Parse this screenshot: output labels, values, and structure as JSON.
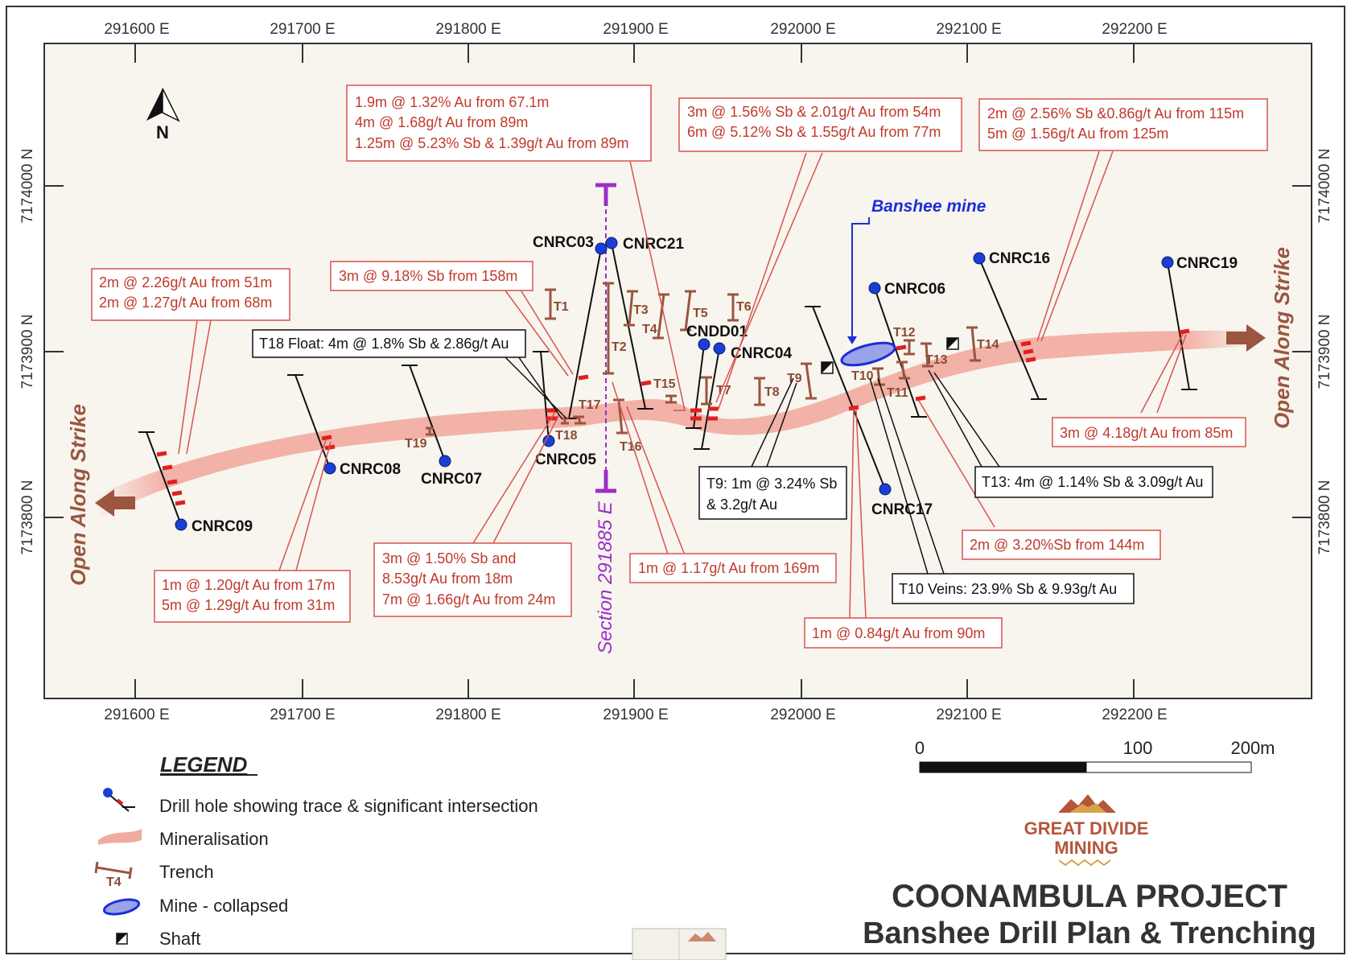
{
  "easting_labels": [
    "291600 E",
    "291700 E",
    "291800 E",
    "291900 E",
    "292000 E",
    "292100 E",
    "292200 E"
  ],
  "northing_labels": [
    "7174000 N",
    "7173900 N",
    "7173800 N"
  ],
  "north_label": "N",
  "section_label": "Section 291885 E",
  "open_strike_label": "Open Along Strike",
  "mine_label": "Banshee mine",
  "holes": [
    {
      "id": "CNRC03",
      "label": "CNRC03"
    },
    {
      "id": "CNRC21",
      "label": "CNRC21"
    },
    {
      "id": "CNRC16",
      "label": "CNRC16"
    },
    {
      "id": "CNRC19",
      "label": "CNRC19"
    },
    {
      "id": "CNRC06",
      "label": "CNRC06"
    },
    {
      "id": "CNDD01",
      "label": "CNDD01"
    },
    {
      "id": "CNRC04",
      "label": "CNRC04"
    },
    {
      "id": "CNRC05",
      "label": "CNRC05"
    },
    {
      "id": "CNRC07",
      "label": "CNRC07"
    },
    {
      "id": "CNRC08",
      "label": "CNRC08"
    },
    {
      "id": "CNRC09",
      "label": "CNRC09"
    },
    {
      "id": "CNRC17",
      "label": "CNRC17"
    }
  ],
  "trenches": [
    "T1",
    "T2",
    "T3",
    "T4",
    "T5",
    "T6",
    "T7",
    "T8",
    "T9",
    "T10",
    "T11",
    "T12",
    "T13",
    "T14",
    "T15",
    "T16",
    "T17",
    "T18",
    "T19"
  ],
  "callouts": [
    {
      "id": "c1",
      "lines": [
        "1.9m @ 1.32% Au from 67.1m",
        "4m @ 1.68g/t Au from 89m",
        "1.25m @ 5.23% Sb & 1.39g/t Au from 89m"
      ]
    },
    {
      "id": "c2",
      "lines": [
        "3m @ 1.56% Sb & 2.01g/t Au from 54m",
        "6m @ 5.12% Sb & 1.55g/t Au from 77m"
      ]
    },
    {
      "id": "c3",
      "lines": [
        "2m @ 2.56% Sb &0.86g/t Au from 115m",
        "5m @ 1.56g/t Au from 125m"
      ]
    },
    {
      "id": "c4",
      "lines": [
        "2m @ 2.26g/t Au from 51m",
        "2m @ 1.27g/t Au from 68m"
      ]
    },
    {
      "id": "c5",
      "lines": [
        "3m @ 9.18% Sb from 158m"
      ]
    },
    {
      "id": "c6",
      "lines": [
        "T18 Float: 4m @ 1.8% Sb & 2.86g/t Au"
      ]
    },
    {
      "id": "c7",
      "lines": [
        "3m @ 4.18g/t Au from 85m"
      ]
    },
    {
      "id": "c8",
      "lines": [
        "T13: 4m @ 1.14% Sb & 3.09g/t Au"
      ]
    },
    {
      "id": "c9",
      "lines": [
        "T9: 1m @ 3.24% Sb",
        "& 3.2g/t Au"
      ]
    },
    {
      "id": "c10",
      "lines": [
        "2m @ 3.20%Sb from 144m"
      ]
    },
    {
      "id": "c11",
      "lines": [
        "3m @ 1.50% Sb and",
        "8.53g/t Au from 18m",
        "7m @ 1.66g/t Au from 24m"
      ]
    },
    {
      "id": "c12",
      "lines": [
        "1m @ 1.17g/t Au from 169m"
      ]
    },
    {
      "id": "c13",
      "lines": [
        "T10 Veins: 23.9% Sb & 9.93g/t Au"
      ]
    },
    {
      "id": "c14",
      "lines": [
        "1m @ 1.20g/t Au from 17m",
        "5m @ 1.29g/t Au from 31m"
      ]
    },
    {
      "id": "c15",
      "lines": [
        "1m @ 0.84g/t Au from 90m"
      ]
    }
  ],
  "legend": {
    "title": "LEGEND",
    "items": [
      "Drill hole showing trace & significant intersection",
      "Mineralisation",
      "Trench",
      "Mine - collapsed",
      "Shaft"
    ],
    "trench_sample": "T4"
  },
  "scale": {
    "labels": [
      "0",
      "100",
      "200m"
    ]
  },
  "logo": {
    "line1": "GREAT DIVIDE",
    "line2": "MINING"
  },
  "title": {
    "line1": "COONAMBULA PROJECT",
    "line2": "Banshee Drill Plan & Trenching"
  },
  "colors": {
    "mineralisation": "#f1aaa0",
    "trench": "#9b5540",
    "callout": "#d9534f",
    "hole": "#1a3fd6",
    "section": "#9b2fc9",
    "mine": "#1b2fd6",
    "background": "#f7f5ee"
  }
}
